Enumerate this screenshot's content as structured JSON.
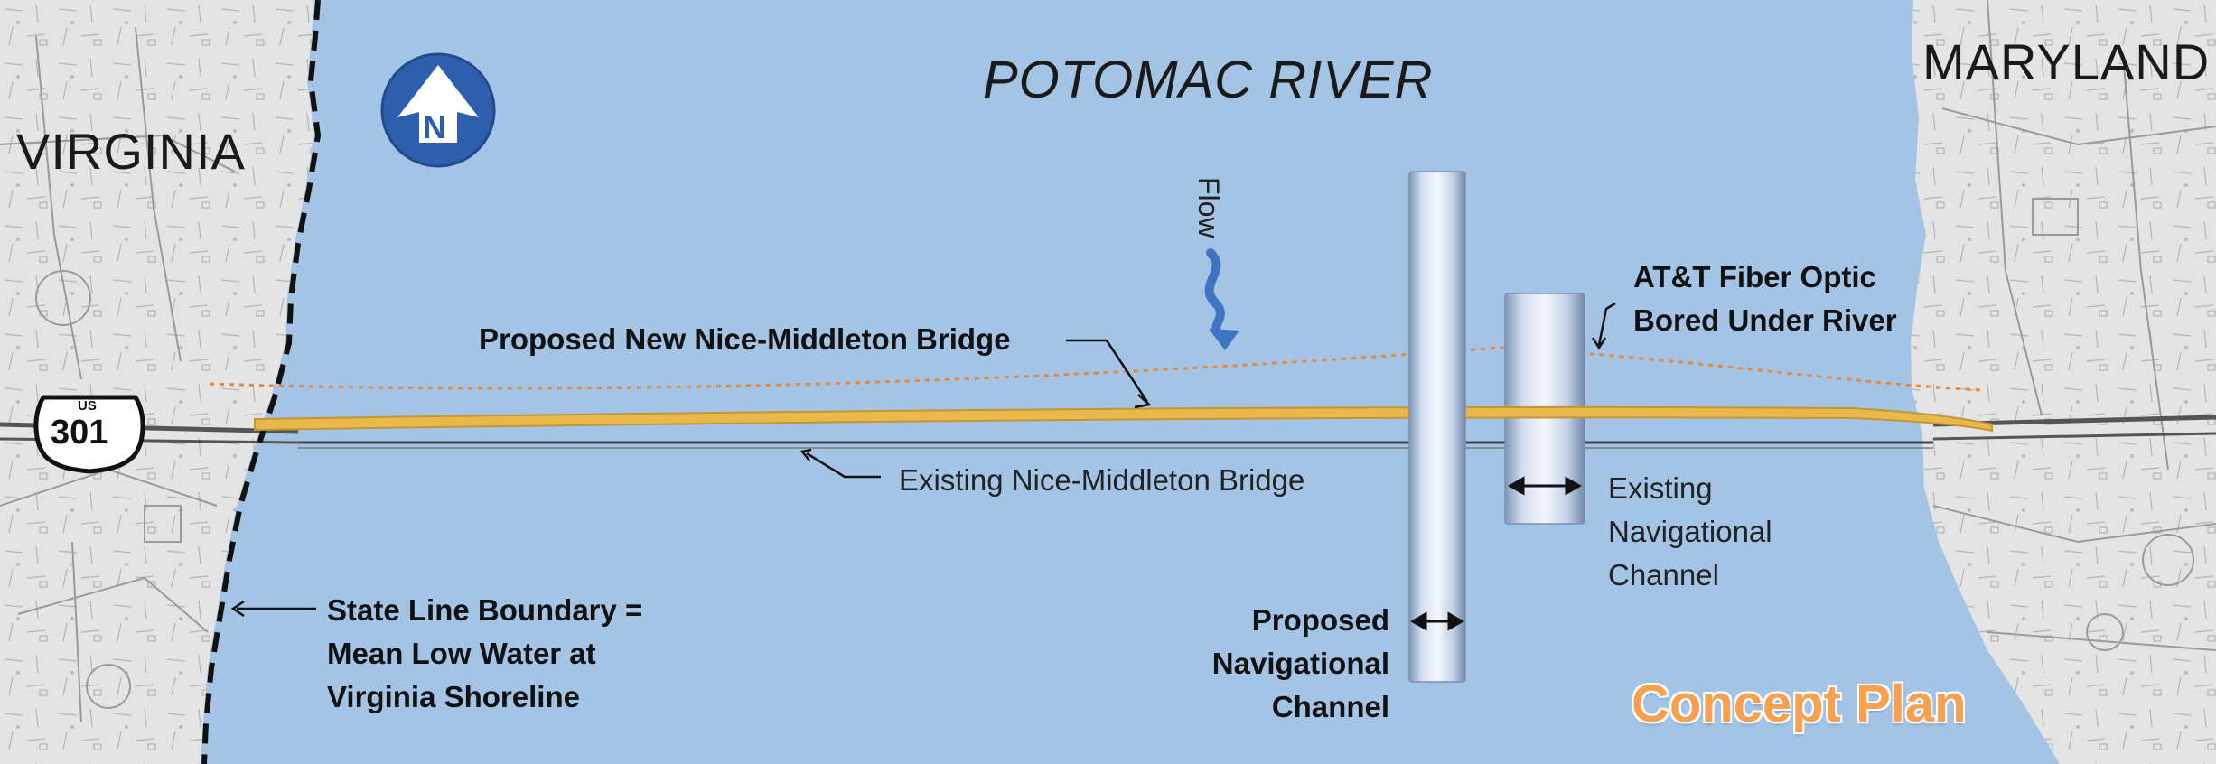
{
  "title": {
    "river_name": "POTOMAC RIVER",
    "concept_label": "Concept Plan"
  },
  "states": {
    "west": "VIRGINIA",
    "east": "MARYLAND"
  },
  "compass": {
    "letter": "N",
    "icon": "north-arrow-icon"
  },
  "route_shield": {
    "prefix": "US",
    "number": "301",
    "icon": "us-route-shield-icon"
  },
  "flow": {
    "label": "Flow",
    "icon": "wavy-arrow-icon"
  },
  "labels": {
    "proposed_bridge": "Proposed New Nice-Middleton Bridge",
    "existing_bridge": "Existing Nice-Middleton Bridge",
    "fiber_optic": [
      "AT&T Fiber Optic",
      "Bored Under River"
    ],
    "state_line": [
      "State Line Boundary =",
      "Mean Low Water at",
      "Virginia Shoreline"
    ],
    "proposed_channel": [
      "Proposed",
      "Navigational",
      "Channel"
    ],
    "existing_channel": [
      "Existing",
      "Navigational",
      "Channel"
    ]
  },
  "colors": {
    "water": "#a4c4e6",
    "land": "#e4e4e4",
    "proposed_bridge": "#e8b84a",
    "fiber_line": "#e8873a",
    "compass": "#2d5fae",
    "concept_text": "#f7a150"
  }
}
